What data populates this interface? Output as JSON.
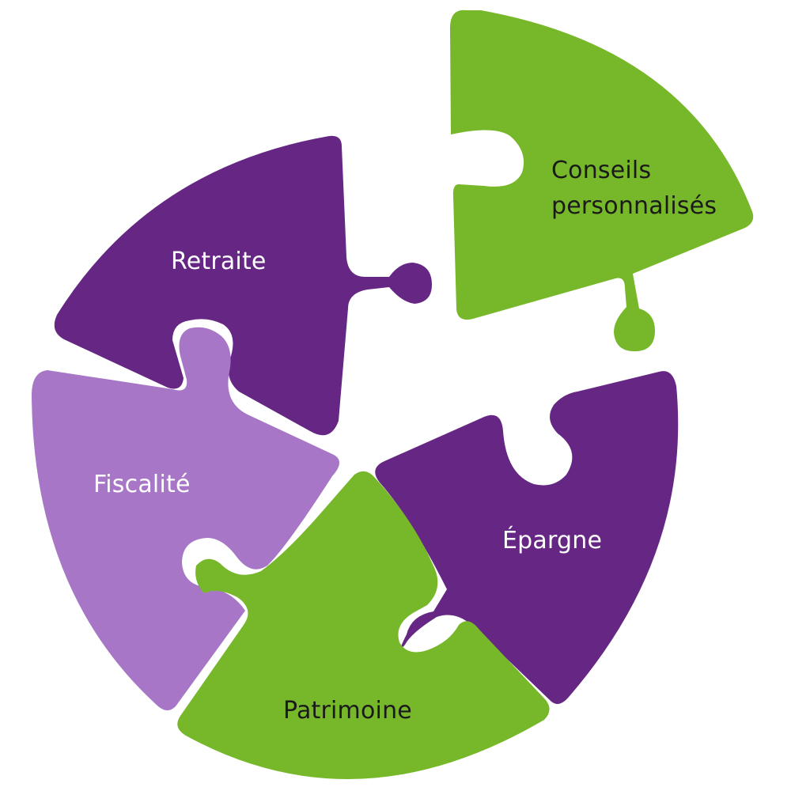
{
  "colors": {
    "purple_dark": "#652684",
    "purple_light": "#a776c6",
    "green": "#77b82a",
    "text_on_purple": "#ffffff",
    "text_on_green": "#1a1a1a"
  },
  "pieces": {
    "conseils": {
      "line1": "Conseils",
      "line2": "personnalisés",
      "color": "green"
    },
    "retraite": {
      "label": "Retraite",
      "color": "purple_dark"
    },
    "fiscalite": {
      "label": "Fiscalité",
      "color": "purple_light"
    },
    "epargne": {
      "label": "Épargne",
      "color": "purple_dark"
    },
    "patrimoine": {
      "label": "Patrimoine",
      "color": "green"
    }
  }
}
